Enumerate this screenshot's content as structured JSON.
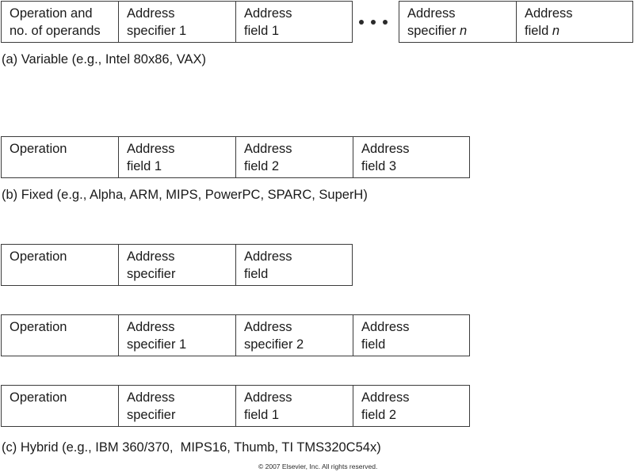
{
  "figure": {
    "background_color": "#ffffff",
    "border_color": "#3b3b3b",
    "text_color": "#1a1a1a"
  },
  "variable_format": {
    "group_a": [
      {
        "line1": "Operation and",
        "line2": "no. of operands"
      },
      {
        "line1": "Address",
        "line2": "specifier 1"
      },
      {
        "line1": "Address",
        "line2": "field 1"
      }
    ],
    "ellipsis": "• • •",
    "group_b": [
      {
        "line1": "Address",
        "line2": "specifier ",
        "italic": "n"
      },
      {
        "line1": "Address",
        "line2": "field ",
        "italic": "n"
      }
    ],
    "caption": "(a) Variable (e.g., Intel 80x86, VAX)"
  },
  "fixed_format": {
    "cells": [
      {
        "line1": "Operation",
        "line2": ""
      },
      {
        "line1": "Address",
        "line2": "field 1"
      },
      {
        "line1": "Address",
        "line2": "field 2"
      },
      {
        "line1": "Address",
        "line2": "field 3"
      }
    ],
    "caption": "(b) Fixed (e.g., Alpha, ARM, MIPS, PowerPC, SPARC, SuperH)"
  },
  "hybrid_format": {
    "row1": [
      {
        "line1": "Operation",
        "line2": ""
      },
      {
        "line1": "Address",
        "line2": "specifier"
      },
      {
        "line1": "Address",
        "line2": "field"
      }
    ],
    "row2": [
      {
        "line1": "Operation",
        "line2": ""
      },
      {
        "line1": "Address",
        "line2": "specifier 1"
      },
      {
        "line1": "Address",
        "line2": "specifier 2"
      },
      {
        "line1": "Address",
        "line2": "field"
      }
    ],
    "row3": [
      {
        "line1": "Operation",
        "line2": ""
      },
      {
        "line1": "Address",
        "line2": "specifier"
      },
      {
        "line1": "Address",
        "line2": "field 1"
      },
      {
        "line1": "Address",
        "line2": "field 2"
      }
    ],
    "caption": "(c) Hybrid (e.g., IBM 360/370,  MIPS16, Thumb, TI TMS320C54x)"
  },
  "footer": {
    "copyright": "© 2007 Elsevier, Inc. All rights reserved."
  }
}
